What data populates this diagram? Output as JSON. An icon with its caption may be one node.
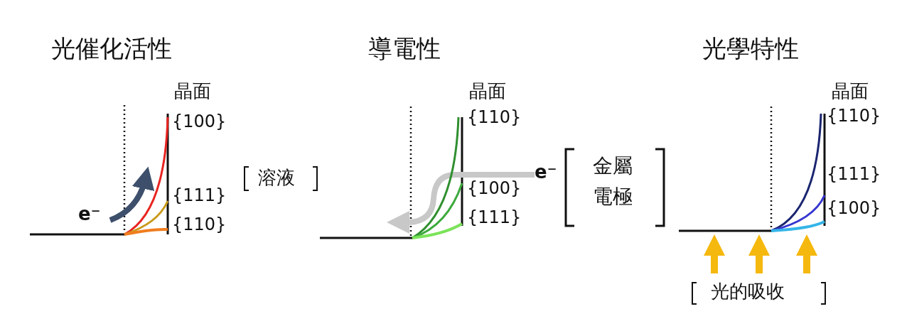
{
  "diagram": {
    "labels": [
      "光催化活性",
      "導電性",
      "光學特性",
      "晶面",
      "{100}",
      "{111}",
      "{110}",
      "e⁻",
      "溶液",
      "晶面",
      "{110}",
      "{100}",
      "{111}",
      "e⁻",
      "金屬電極",
      "晶面",
      "{110}",
      "{111}",
      "{100}",
      "光的吸收"
    ]
  }
}
